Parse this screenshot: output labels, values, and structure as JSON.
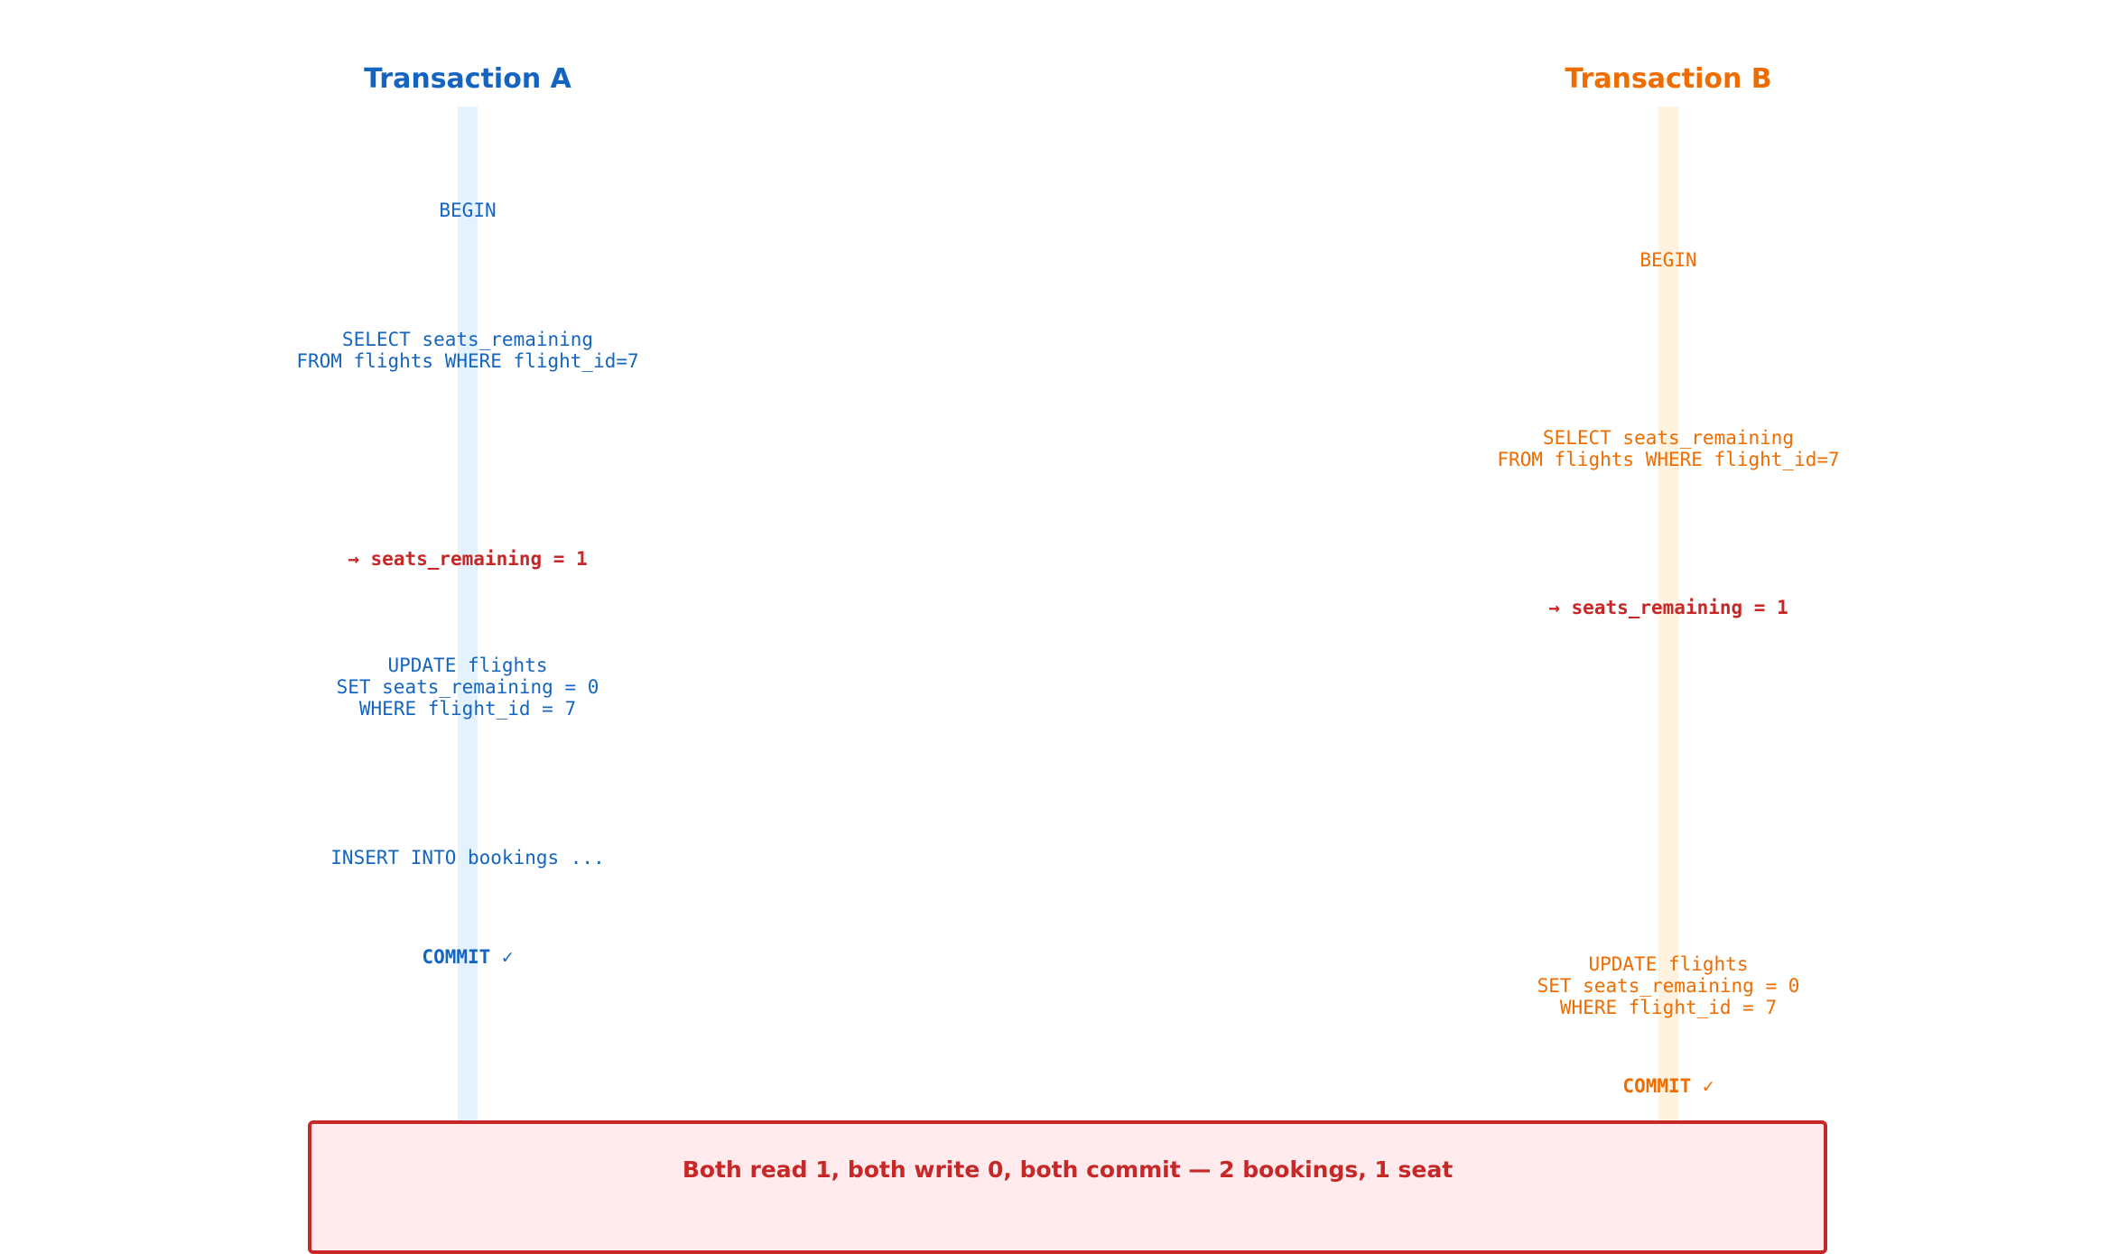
{
  "colors": {
    "a": "#1565c0",
    "b": "#ef6c00",
    "result": "#c62828",
    "lane_a": "#e3f2fd",
    "lane_b": "#fff3e0",
    "box_bg": "#ffebee"
  },
  "transaction_a": {
    "title": "Transaction A",
    "steps": {
      "begin": "BEGIN",
      "select": "SELECT seats_remaining\nFROM flights WHERE flight_id=7",
      "result": "→ seats_remaining = 1",
      "update": "UPDATE flights\nSET seats_remaining = 0\nWHERE flight_id = 7",
      "insert": "INSERT INTO bookings ...",
      "commit": "COMMIT ✓"
    }
  },
  "transaction_b": {
    "title": "Transaction B",
    "steps": {
      "begin": "BEGIN",
      "select": "SELECT seats_remaining\nFROM flights WHERE flight_id=7",
      "result": "→ seats_remaining = 1",
      "update": "UPDATE flights\nSET seats_remaining = 0\nWHERE flight_id = 7",
      "commit": "COMMIT ✓"
    }
  },
  "summary": "Both read 1, both write 0, both commit — 2 bookings, 1 seat"
}
